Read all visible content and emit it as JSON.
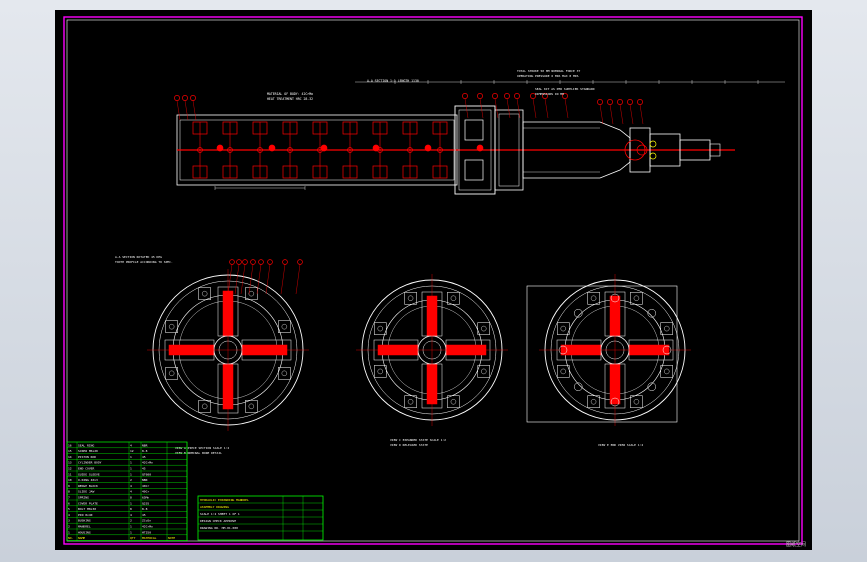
{
  "viewer": {
    "background": "#000000",
    "status_label": "图纸空间"
  },
  "colors": {
    "frame": "#ff00ff",
    "line": "#ffffff",
    "red": "#ff0000",
    "green": "#00ff00",
    "yellow": "#ffff00",
    "dim": "#ff6666"
  },
  "notes": {
    "top_left_1": "MATERIAL OF BODY: 42CrMo",
    "top_left_2": "HEAT TREATMENT HRC 28-32",
    "top_mid": "A-A SECTION  1:1  LENGTH 1130",
    "top_right_1": "TOTAL STROKE 50 MM  NOMINAL FORCE 3T",
    "top_right_2": "OPERATING PRESSURE 6 MPA  MAX 8 MPA",
    "top_right_3": "SEAL KIT AS PER SUPPLIER STANDARD",
    "top_right_4": "DIMENSIONS IN MM",
    "view1_note_1": "A-A SECTION  ROTATED 45 DEG",
    "view1_note_2": "TOOTH PROFILE ACCORDING TO SPEC.",
    "view1_cap_1": "VIEW A  PIECE SECTION SCALE 1:2",
    "view1_cap_2": "VIEW B  NOMINAL BORE DETAIL",
    "view2_cap_1": "VIEW C  EXPANDED STATE SCALE 1:2",
    "view2_cap_2": "VIEW D  RELEASED STATE",
    "view3_cap": "VIEW E  END VIEW  SCALE 1:2"
  },
  "parts_table": {
    "rows": [
      [
        "16",
        "SEAL RING",
        "4",
        "NBR",
        ""
      ],
      [
        "15",
        "SCREW M6x20",
        "12",
        "8.8",
        ""
      ],
      [
        "14",
        "PISTON ROD",
        "1",
        "45",
        ""
      ],
      [
        "13",
        "CYLINDER BODY",
        "1",
        "42CrMo",
        ""
      ],
      [
        "12",
        "END COVER",
        "1",
        "45",
        ""
      ],
      [
        "11",
        "GUIDE SLEEVE",
        "1",
        "QT600",
        ""
      ],
      [
        "10",
        "O-RING 40x3",
        "2",
        "NBR",
        ""
      ],
      [
        "9",
        "WEDGE BLOCK",
        "4",
        "40Cr",
        ""
      ],
      [
        "8",
        "SLIDE JAW",
        "4",
        "40Cr",
        ""
      ],
      [
        "7",
        "SPRING",
        "8",
        "65Mn",
        ""
      ],
      [
        "6",
        "COVER PLATE",
        "1",
        "Q235",
        ""
      ],
      [
        "5",
        "BOLT M8x30",
        "8",
        "8.8",
        ""
      ],
      [
        "4",
        "PIN 8x40",
        "4",
        "45",
        ""
      ],
      [
        "3",
        "BUSHING",
        "2",
        "ZCuSn",
        ""
      ],
      [
        "2",
        "MANDREL",
        "1",
        "42CrMo",
        ""
      ],
      [
        "1",
        "HOUSING",
        "1",
        "HT250",
        ""
      ]
    ],
    "header": [
      "NO.",
      "NAME",
      "QTY",
      "MATERIAL",
      "NOTE"
    ]
  },
  "title_block": {
    "lines": [
      "HYDRAULIC EXPANDING MANDREL",
      "ASSEMBLY DRAWING",
      "SCALE 1:2   SHEET 1 OF 1",
      "DESIGN   CHECK   APPROVE",
      "DRAWING NO.  HM-01-000"
    ]
  }
}
